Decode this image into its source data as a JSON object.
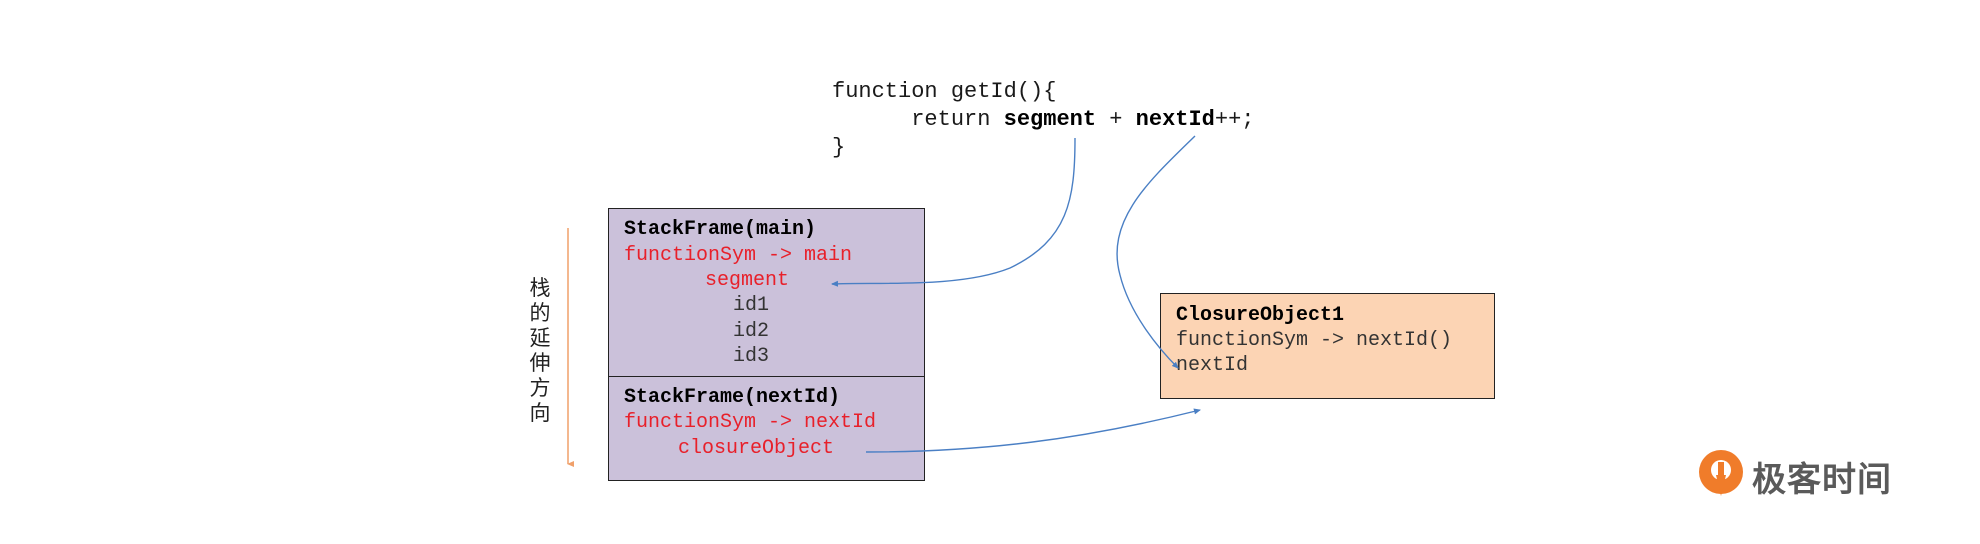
{
  "code": {
    "line1": "function getId(){",
    "line2_prefix": "      return ",
    "line2_bold1": "segment",
    "line2_mid": " + ",
    "line2_bold2": "nextId",
    "line2_suffix": "++;",
    "line3": "}"
  },
  "stack_label": "栈的延伸方向",
  "frame_main": {
    "title": "StackFrame(main)",
    "function_sym": "functionSym -> main",
    "segment": "segment",
    "id1": "id1",
    "id2": "id2",
    "id3": "id3"
  },
  "frame_nextid": {
    "title": "StackFrame(nextId)",
    "function_sym": "functionSym -> nextId",
    "closure_object": "closureObject"
  },
  "closure_object1": {
    "title": "ClosureObject1",
    "function_sym": "functionSym -> nextId()",
    "next_id": "nextId"
  },
  "logo": {
    "text": "极客时间"
  },
  "colors": {
    "frame_fill": "#cbc1da",
    "closure_fill": "#fcd4b4",
    "highlight_red": "#e8202a",
    "arrow_blue": "#4a7fc4",
    "stack_arrow_orange": "#f0a06a",
    "logo_orange": "#f07c2a"
  }
}
